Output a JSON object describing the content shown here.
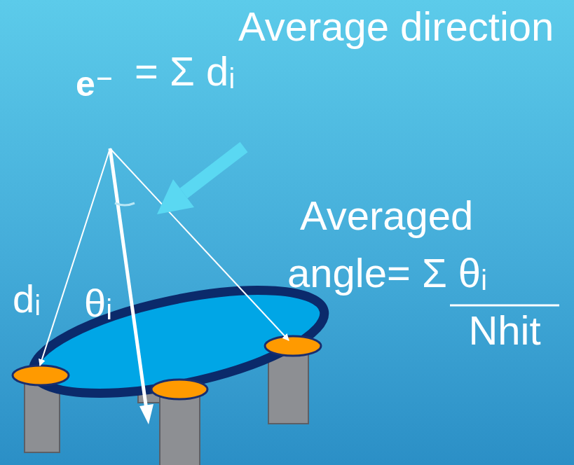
{
  "diagram": {
    "labels": [
      "Average direction",
      "e⁻",
      "= Σ dᵢ",
      "dᵢ",
      "θᵢ",
      "Averaged",
      "angle= Σ θᵢ",
      "Nhit"
    ]
  }
}
